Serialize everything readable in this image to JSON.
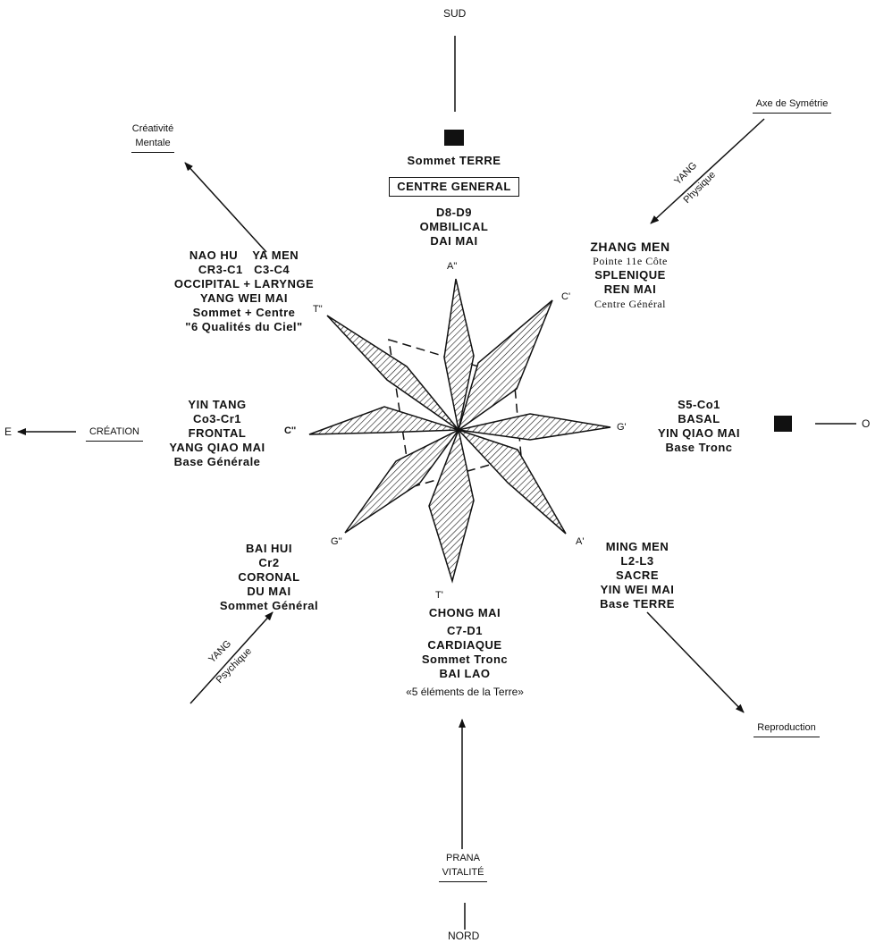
{
  "directions": {
    "south": "SUD",
    "north": "NORD",
    "east": "E",
    "west": "O"
  },
  "top": {
    "sommet": "Sommet TERRE",
    "centre": "CENTRE GENERAL",
    "lines": [
      "D8-D9",
      "OMBILICAL",
      "DAI MAI"
    ]
  },
  "upper_left": {
    "creativity": [
      "Créativité",
      "Mentale"
    ],
    "lines": [
      "NAO HU    YA MEN",
      "CR3-C1   C3-C4",
      "OCCIPITAL + LARYNGE",
      "YANG WEI MAI",
      "Sommet + Centre",
      "\"6 Qualités du Ciel\""
    ]
  },
  "upper_right": {
    "axis": "Axe de Symétrie",
    "rotated": [
      "YANG",
      "Physique"
    ],
    "title": "ZHANG MEN",
    "sub": "Pointe 11e Côte",
    "lines": [
      "SPLENIQUE",
      "REN MAI"
    ],
    "footer": "Centre Général"
  },
  "left": {
    "creation": "CRÉATION",
    "lines": [
      "YIN TANG",
      "Co3-Cr1",
      "FRONTAL",
      "YANG QIAO MAI",
      "Base Générale"
    ]
  },
  "right": {
    "lines": [
      "S5-Co1",
      "BASAL",
      "YIN QIAO MAI",
      "Base Tronc"
    ]
  },
  "lower_left": {
    "lines": [
      "BAI HUI",
      "Cr2",
      "CORONAL",
      "DU MAI",
      "Sommet Général"
    ],
    "rotated": [
      "YANG",
      "Psychique"
    ]
  },
  "lower_right": {
    "lines": [
      "MING MEN",
      "L2-L3",
      "SACRE",
      "YIN WEI MAI",
      "Base TERRE"
    ],
    "reproduction": "Reproduction"
  },
  "bottom": {
    "lines": [
      "CHONG MAI",
      "C7-D1",
      "CARDIAQUE",
      "Sommet Tronc",
      "BAI LAO"
    ],
    "quote": "«5 éléments de la Terre»",
    "prana": [
      "PRANA",
      "VITALITÉ"
    ]
  },
  "star_points": {
    "A2": "A\"",
    "C1": "C'",
    "T2": "T\"",
    "C2": "C''",
    "G1": "G'",
    "G2": "G''",
    "A1": "A'",
    "T1": "T'"
  }
}
